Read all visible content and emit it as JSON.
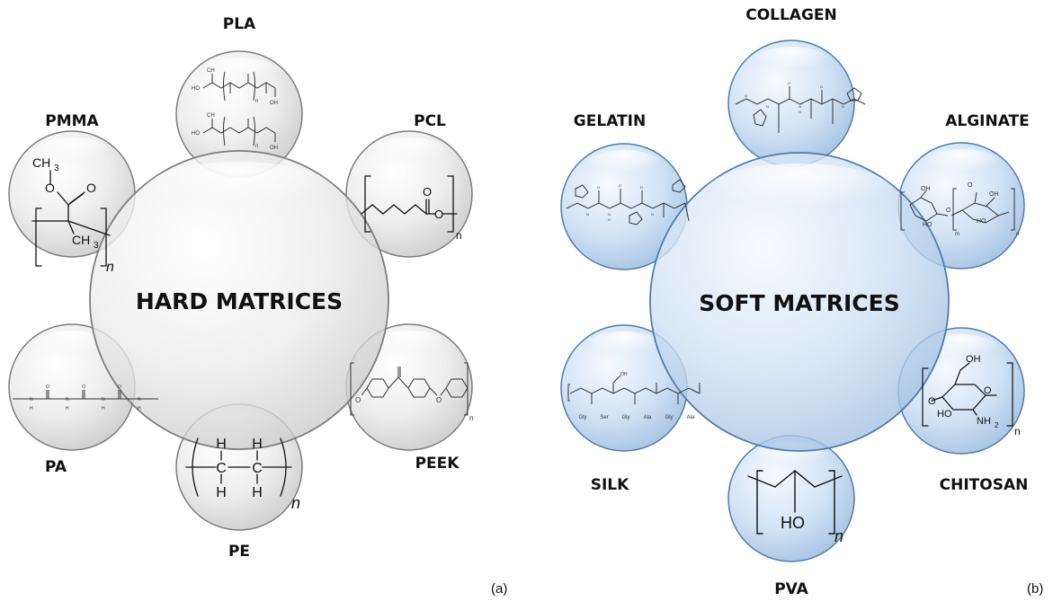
{
  "panels": [
    {
      "id": "a",
      "center_label": "HARD MATRICES",
      "panel_label": "(a)",
      "theme": {
        "fill": "#e9e9e9",
        "stroke": "#8a8a8a",
        "highlight": "#ffffff"
      },
      "items": [
        {
          "id": "pla",
          "label": "PLA",
          "structure": "pla"
        },
        {
          "id": "pcl",
          "label": "PCL",
          "structure": "pcl"
        },
        {
          "id": "peek",
          "label": "PEEK",
          "structure": "peek"
        },
        {
          "id": "pe",
          "label": "PE",
          "structure": "pe"
        },
        {
          "id": "pa",
          "label": "PA",
          "structure": "pa"
        },
        {
          "id": "pmma",
          "label": "PMMA",
          "structure": "pmma"
        }
      ]
    },
    {
      "id": "b",
      "center_label": "SOFT MATRICES",
      "panel_label": "(b)",
      "theme": {
        "fill": "#c9dcf0",
        "stroke": "#5b85b5",
        "highlight": "#f3f8fd"
      },
      "items": [
        {
          "id": "collagen",
          "label": "COLLAGEN",
          "structure": "collagen"
        },
        {
          "id": "alginate",
          "label": "ALGINATE",
          "structure": "alginate"
        },
        {
          "id": "chitosan",
          "label": "CHITOSAN",
          "structure": "chitosan"
        },
        {
          "id": "pva",
          "label": "PVA",
          "structure": "pva"
        },
        {
          "id": "silk",
          "label": "SILK",
          "structure": "silk"
        },
        {
          "id": "gelatin",
          "label": "GELATIN",
          "structure": "gelatin"
        }
      ]
    }
  ],
  "chem_text": {
    "pmma": {
      "methyl_top": "CH",
      "sub3": "3",
      "o": "O",
      "o2": "O",
      "methyl_bottom": "CH",
      "n": "n"
    },
    "pcl": {
      "o1": "O",
      "o2": "O",
      "n": "n"
    },
    "pe": {
      "h": "H",
      "c": "C",
      "n": "n"
    },
    "pla": {
      "ho": "HO",
      "ch3": "CH",
      "sub3": "3",
      "o": "O",
      "oh": "OH",
      "n": "n"
    },
    "peek": {
      "o": "O",
      "n": "n"
    },
    "pa": {
      "n_atom": "N",
      "h": "H",
      "o": "O"
    },
    "pva": {
      "ho": "HO",
      "n": "n"
    },
    "chitosan": {
      "oh": "OH",
      "o": "O",
      "ho": "HO",
      "nh": "NH",
      "sub2": "2",
      "n": "n"
    },
    "alginate": {
      "oh": "OH",
      "o": "O",
      "ho": "HO",
      "n": "n",
      "m": "m"
    },
    "silk": {
      "residues": [
        "Gly",
        "Ser",
        "Gly",
        "Ala",
        "Gly",
        "Ala"
      ],
      "oh": "OH",
      "o": "O",
      "n_atom": "N",
      "h": "H"
    },
    "collagen": {
      "o": "O",
      "n_atom": "N",
      "h": "H"
    },
    "gelatin": {
      "o": "O",
      "n_atom": "N",
      "h": "H"
    }
  }
}
